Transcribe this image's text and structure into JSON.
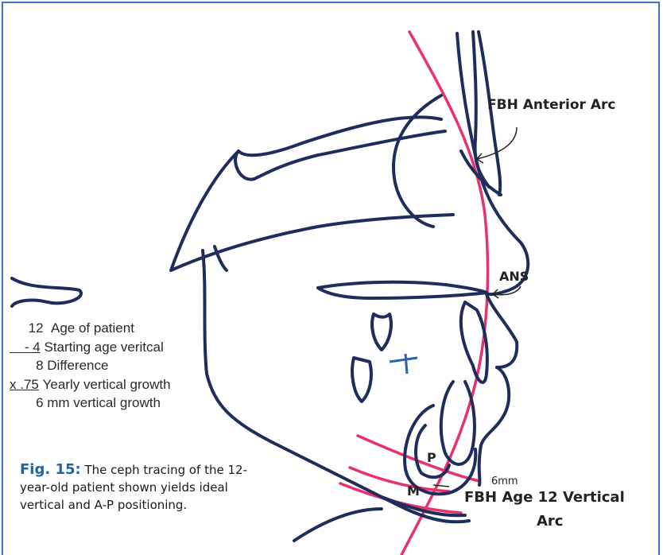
{
  "labels": {
    "fbh_anterior_arc": "FBH Anterior Arc",
    "ans": "ANS",
    "p": "P",
    "m": "M",
    "six_mm": "6mm",
    "fbh_age12_line1": "FBH Age 12 Vertical",
    "fbh_age12_line2": "Arc"
  },
  "calculation": [
    {
      "value": "12",
      "label": "Age of patient"
    },
    {
      "value": "- 4",
      "label": "Starting age veritcal"
    },
    {
      "value": "8",
      "label": "Difference"
    },
    {
      "value": "x .75",
      "label": "Yearly vertical growth"
    },
    {
      "value": "6 mm",
      "label": "vertical growth"
    }
  ],
  "caption": {
    "fig_label": "Fig. 15:",
    "text": "The ceph tracing of the 12-year-old patient shown yields ideal vertical and A-P positioning."
  },
  "colors": {
    "tracing": "#1f2d5c",
    "arc": "#e8326e",
    "accent": "#1d64a6"
  }
}
